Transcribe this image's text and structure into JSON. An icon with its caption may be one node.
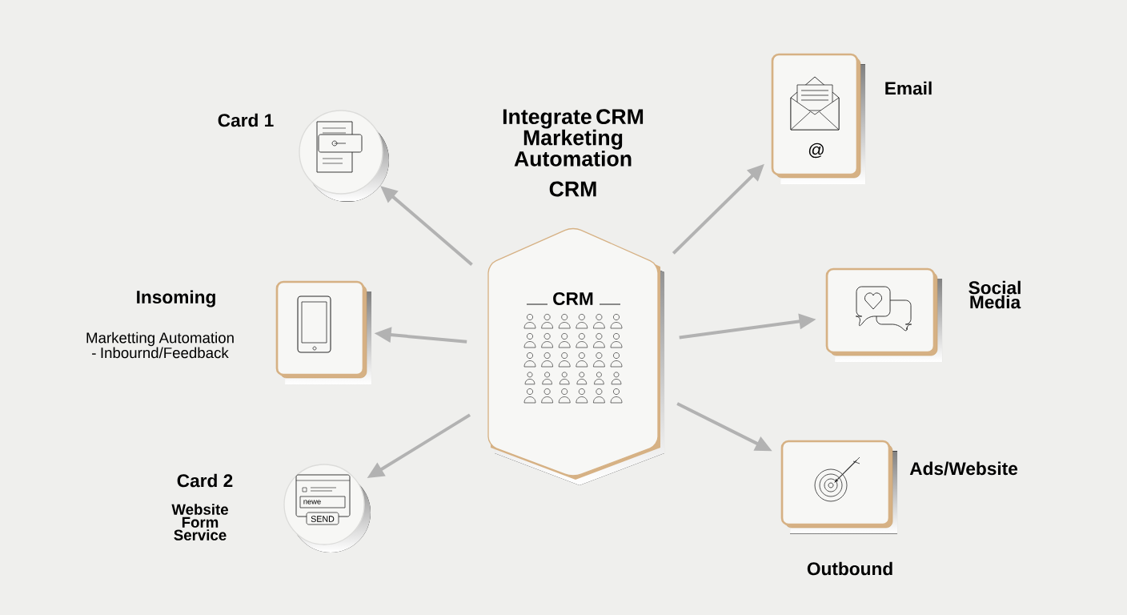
{
  "diagram": {
    "title": "Integrate CRM Marketing Automation",
    "nodes": [
      {
        "text": [
          "CRM"
        ]
      },
      {
        "text": [
          "Card 1"
        ]
      },
      {
        "text": [
          "Insoming",
          "Marketting Automation - Inbournd/Feedback"
        ]
      },
      {
        "text": [
          "Card 2",
          "Website Form Service"
        ]
      },
      {
        "text": [
          "Email"
        ]
      },
      {
        "text": [
          "Social Media"
        ]
      },
      {
        "text": [
          "Ads/Website"
        ],
        "beside": [
          "Outbound"
        ]
      }
    ],
    "edges": [
      {
        "from": 0,
        "to": 1,
        "arrow": "to"
      },
      {
        "from": 0,
        "to": 2,
        "arrow": "to"
      },
      {
        "from": 0,
        "to": 3,
        "arrow": "to"
      },
      {
        "from": 0,
        "to": 4,
        "arrow": "to"
      },
      {
        "from": 0,
        "to": 5,
        "arrow": "to"
      },
      {
        "from": 0,
        "to": 6,
        "arrow": "to"
      }
    ],
    "labels": [
      "CRM",
      "newe",
      "SEND",
      "@"
    ]
  }
}
